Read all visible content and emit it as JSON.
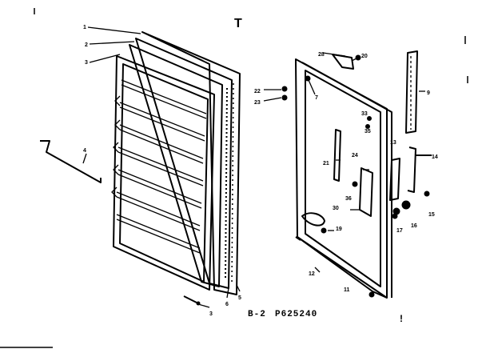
{
  "top_mark": "T",
  "caption": {
    "left": "B-2",
    "right": "P625240"
  },
  "bottom_mark": "!",
  "callouts": {
    "c1": "1",
    "c2": "2",
    "c3": "3",
    "c4": "4",
    "c3b": "3",
    "c6": "6",
    "c5": "5",
    "c28": "28",
    "c20": "20",
    "c22": "22",
    "c23": "23",
    "c7": "7",
    "c9": "9",
    "c33": "33",
    "c35": "35",
    "c13": "13",
    "c14": "14",
    "c24": "24",
    "c21": "21",
    "c36": "36",
    "c30": "30",
    "c19": "19",
    "c16": "16",
    "c15": "15",
    "c17": "17",
    "c12": "12",
    "c11": "11"
  }
}
